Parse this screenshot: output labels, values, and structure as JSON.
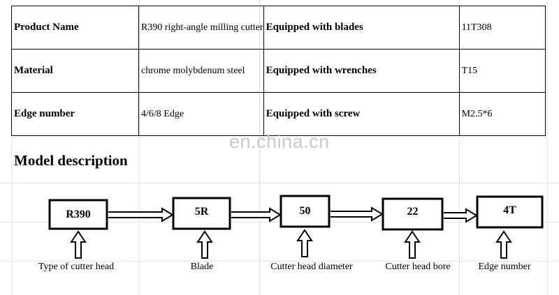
{
  "spec_table": {
    "rows": [
      {
        "label_1": "Product Name",
        "value_1": "R390 right-angle milling cutter",
        "label_2": "Equipped with blades",
        "value_2": "11T308"
      },
      {
        "label_1": "Material",
        "value_1": "chrome molybdenum steel",
        "label_2": "Equipped with wrenches",
        "value_2": "T15"
      },
      {
        "label_1": "Edge number",
        "value_1": " 4/6/8 Edge",
        "label_2": "Equipped with screw",
        "value_2": "M2.5*6"
      }
    ]
  },
  "watermark": "en.china.cn",
  "section_title": "Model description",
  "model_diagram": {
    "boxes": [
      {
        "code": "R390",
        "caption": "Type of cutter head"
      },
      {
        "code": "5R",
        "caption": "Blade"
      },
      {
        "code": "50",
        "caption": "Cutter head diameter"
      },
      {
        "code": "22",
        "caption": "Cutter head bore"
      },
      {
        "code": "4T",
        "caption": "Edge number"
      }
    ]
  }
}
